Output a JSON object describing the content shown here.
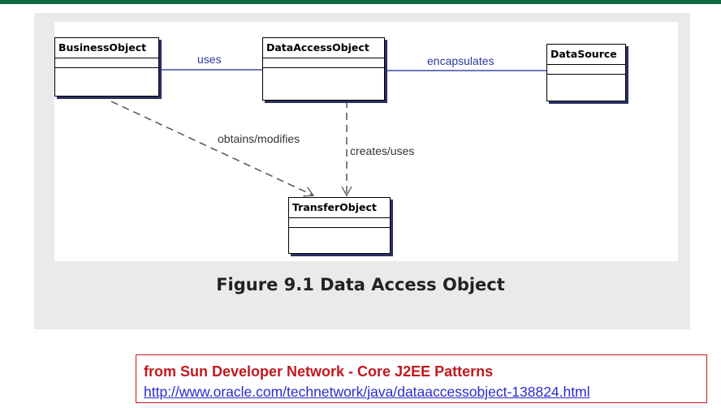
{
  "diagram": {
    "classes": {
      "business_object": "BusinessObject",
      "data_access_object": "DataAccessObject",
      "data_source": "DataSource",
      "transfer_object": "TransferObject"
    },
    "relations": {
      "uses": "uses",
      "encapsulates": "encapsulates",
      "obtains_modifies": "obtains/modifies",
      "creates_uses": "creates/uses"
    },
    "caption": "Figure 9.1 Data Access Object"
  },
  "source": {
    "title": "from Sun Developer Network - Core J2EE Patterns",
    "url": "http://www.oracle.com/technetwork/java/dataaccessobject-138824.html"
  },
  "colors": {
    "top_bar": "#0d6b3f",
    "association_line": "#3b4aa8",
    "source_border": "#c0191f",
    "link": "#2a2ad0"
  }
}
